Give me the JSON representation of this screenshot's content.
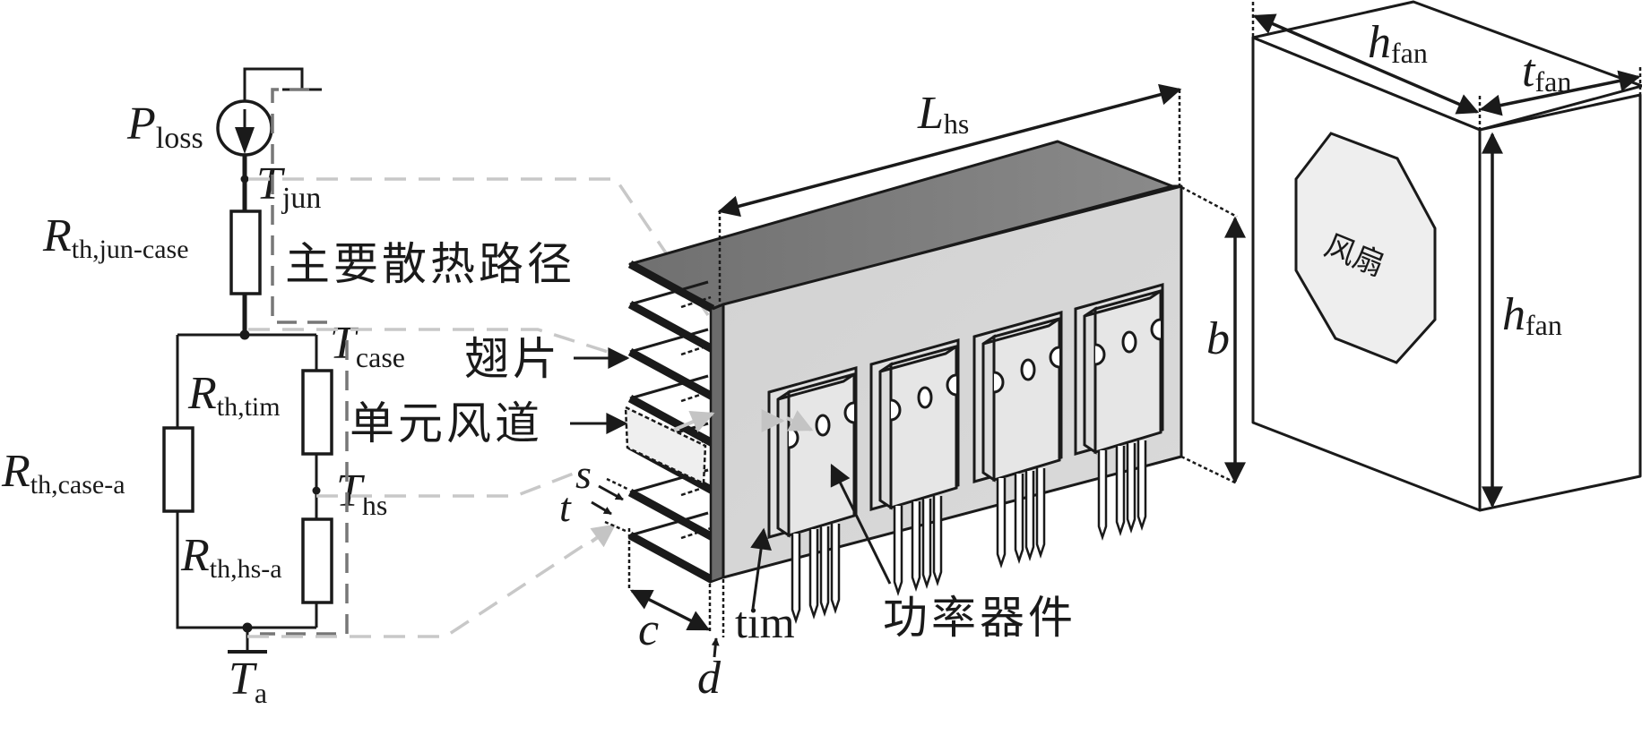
{
  "circuit": {
    "source_label": {
      "main": "P",
      "sub": "loss"
    },
    "nodes": {
      "t_jun": {
        "main": "T",
        "sub": "jun"
      },
      "t_case": {
        "main": "T",
        "sub": "case"
      },
      "t_hs": {
        "main": "T",
        "sub": "hs"
      },
      "t_a": {
        "main": "T",
        "sub": "a"
      }
    },
    "resistors": {
      "jun_case": {
        "main": "R",
        "sub": "th,jun-case"
      },
      "tim": {
        "main": "R",
        "sub": "th,tim"
      },
      "case_a": {
        "main": "R",
        "sub": "th,case-a"
      },
      "hs_a": {
        "main": "R",
        "sub": "th,hs-a"
      }
    }
  },
  "annotations": {
    "main_path": "主要散热路径",
    "fin": "翅片",
    "unit_duct": "单元风道",
    "power_device": "功率器件",
    "tim": "tim",
    "fan": "风扇"
  },
  "dimensions": {
    "l_hs": {
      "main": "L",
      "sub": "hs"
    },
    "b": "b",
    "s": "s",
    "t": "t",
    "c": "c",
    "d": "d",
    "h_fan_top": {
      "main": "h",
      "sub": "fan"
    },
    "t_fan": {
      "main": "t",
      "sub": "fan"
    },
    "h_fan_side": {
      "main": "h",
      "sub": "fan"
    }
  },
  "colors": {
    "ink": "#1a1a1a",
    "heatsink_top": "#777777",
    "heatsink_front": "#d6d6d6",
    "heatsink_base_edge": "#6b6b6b",
    "device_body": "#e4e4e4",
    "fan_hub": "#eeeeee",
    "path_dash_light": "#c8c8c8",
    "path_dash_dark": "#777777"
  }
}
